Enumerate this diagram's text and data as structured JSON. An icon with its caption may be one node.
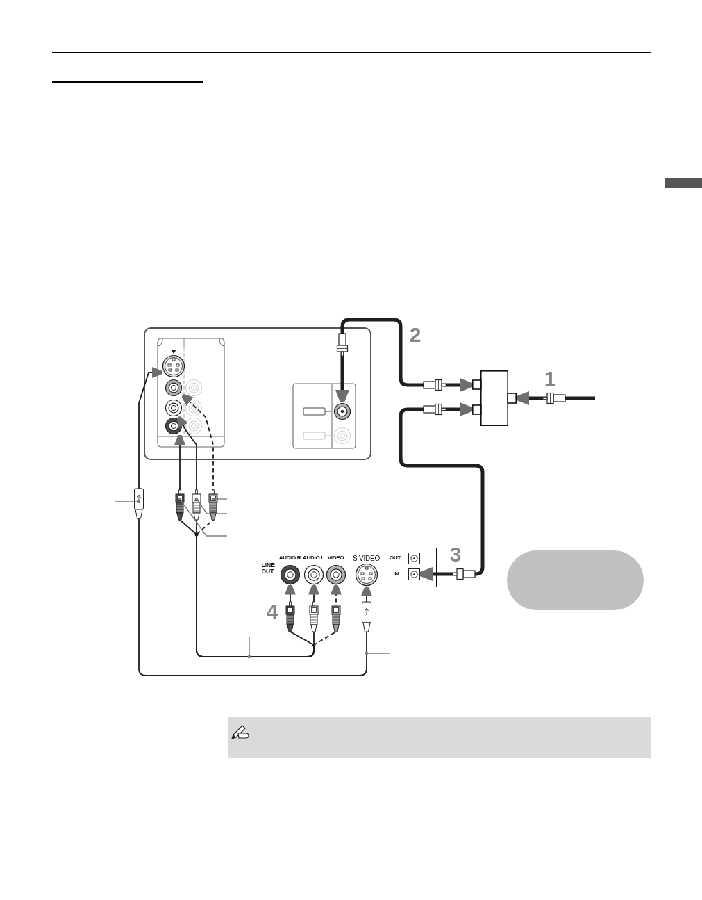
{
  "diagram": {
    "nodes": [
      {
        "text": [],
        "shape": "box"
      },
      {
        "text": [],
        "shape": "circle",
        "in": 0
      },
      {
        "text": [],
        "shape": "circle",
        "in": 0
      },
      {
        "text": [],
        "shape": "circle",
        "in": 0
      },
      {
        "text": [],
        "shape": "circle",
        "in": 0
      },
      {
        "text": [],
        "shape": "circle",
        "in": 0
      },
      {
        "text": [],
        "shape": "box"
      },
      {
        "text": [
          "LINE OUT"
        ]
      },
      {
        "text": [
          "AUDIO R"
        ],
        "in": 7
      },
      {
        "text": [
          "AUDIO L"
        ],
        "in": 7
      },
      {
        "text": [
          "VIDEO"
        ],
        "in": 7
      },
      {
        "text": [
          "S VIDEO"
        ],
        "in": 7
      },
      {
        "text": [
          "OUT"
        ],
        "in": 7
      },
      {
        "text": [
          "IN"
        ],
        "in": 7
      },
      {
        "text": [],
        "shape": "box"
      }
    ],
    "edges": [
      {
        "from": null,
        "to": 6,
        "arrow": "to",
        "style": "thick"
      },
      {
        "from": 6,
        "to": 5,
        "arrow": "both",
        "style": "thick"
      },
      {
        "from": 6,
        "to": 13,
        "arrow": "both",
        "style": "thick"
      },
      {
        "from": 8,
        "to": 4,
        "arrow": "both"
      },
      {
        "from": 9,
        "to": 3,
        "arrow": "both"
      },
      {
        "from": 10,
        "to": 2,
        "arrow": "both",
        "style": "dashed"
      },
      {
        "from": 11,
        "to": 1,
        "arrow": "both"
      }
    ],
    "labels": [
      "2",
      "1",
      "3",
      "4"
    ]
  }
}
